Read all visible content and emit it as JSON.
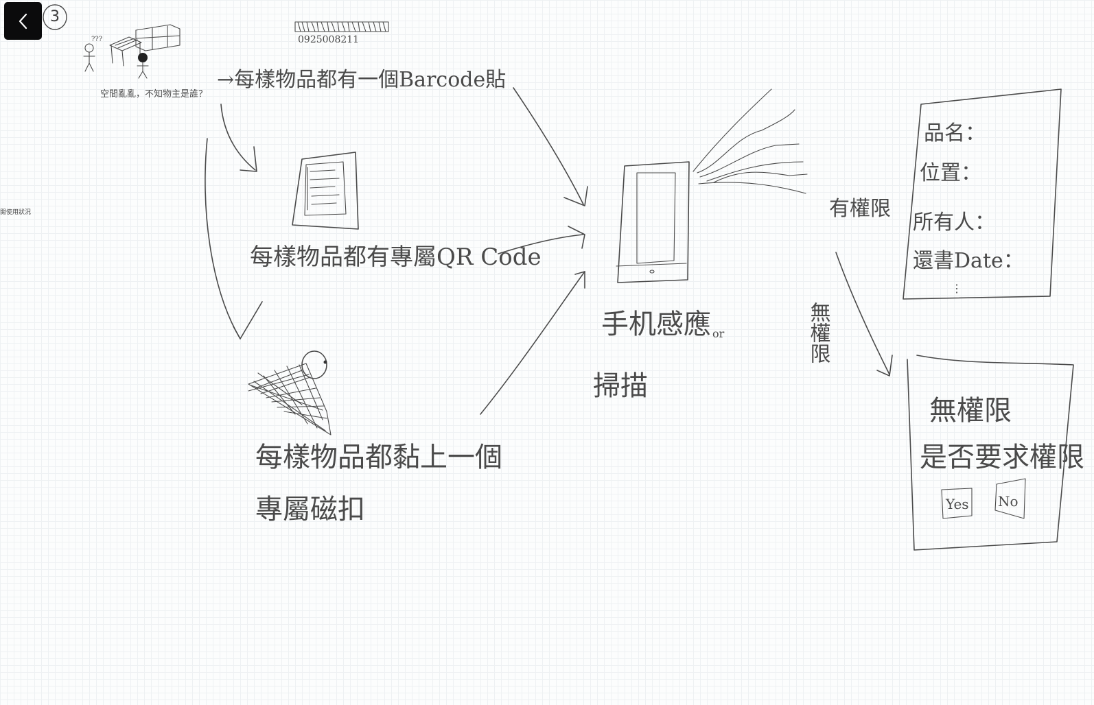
{
  "toolbar": {
    "back_icon": "chevron-left-icon",
    "page_number": "3"
  },
  "notes": {
    "side_note": "閱使用狀況",
    "problem": "空間亂亂，不知物主是誰？",
    "question_marks": "???",
    "barcode_number": "0925008211",
    "barcode_idea": "→每樣物品都有一個Barcode貼",
    "qr_idea": "每樣物品都有專屬QR Code",
    "magnet_idea_line1": "每樣物品都黏上一個",
    "magnet_idea_line2": "專屬磁扣",
    "phone_action_line1": "手机感應",
    "phone_action_or": "or",
    "phone_action_line2": "掃描",
    "has_permission": "有權限",
    "no_permission": "無權限",
    "info_card": {
      "name": "品名：",
      "location": "位置：",
      "owner": "所有人：",
      "return_date": "還書Date：",
      "more": "⋮"
    },
    "permission_card": {
      "title": "無權限",
      "question": "是否要求權限",
      "yes": "Yes",
      "no": "No"
    }
  },
  "colors": {
    "ink": "#4a4a4a",
    "grid": "#eef1f3",
    "button_bg": "#0b0b0c"
  }
}
